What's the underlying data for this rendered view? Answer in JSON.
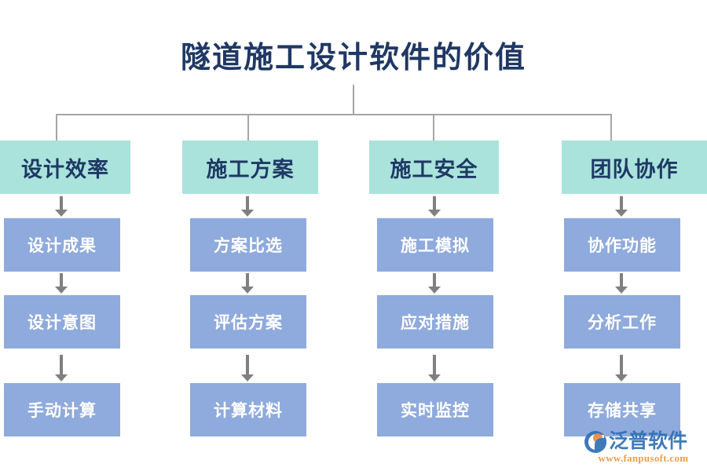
{
  "title": "隧道施工设计软件的价值",
  "colors": {
    "title_text": "#1f3864",
    "header_box_fill": "#a9e3dc",
    "header_box_text": "#1f3864",
    "item_box_fill": "#8faadc",
    "item_box_text": "#ffffff",
    "connector_line": "#a6a6a6",
    "arrow": "#808080",
    "logo_blue": "#2f6fb5",
    "logo_orange": "#e8973a",
    "background": "#ffffff"
  },
  "chart_data": {
    "type": "diagram",
    "title": "隧道施工设计软件的价值",
    "layout": "tree-then-vertical-chains",
    "branch_count": 4,
    "items_per_branch": 3
  },
  "columns": [
    {
      "header": "设计效率",
      "items": [
        "设计成果",
        "设计意图",
        "手动计算"
      ]
    },
    {
      "header": "施工方案",
      "items": [
        "方案比选",
        "评估方案",
        "计算材料"
      ]
    },
    {
      "header": "施工安全",
      "items": [
        "施工模拟",
        "应对措施",
        "实时监控"
      ]
    },
    {
      "header": "团队协作",
      "items": [
        "协作功能",
        "分析工作",
        "存储共享"
      ]
    }
  ],
  "watermark": {
    "name": "泛普软件",
    "url": "www.fanpusoft.com"
  }
}
